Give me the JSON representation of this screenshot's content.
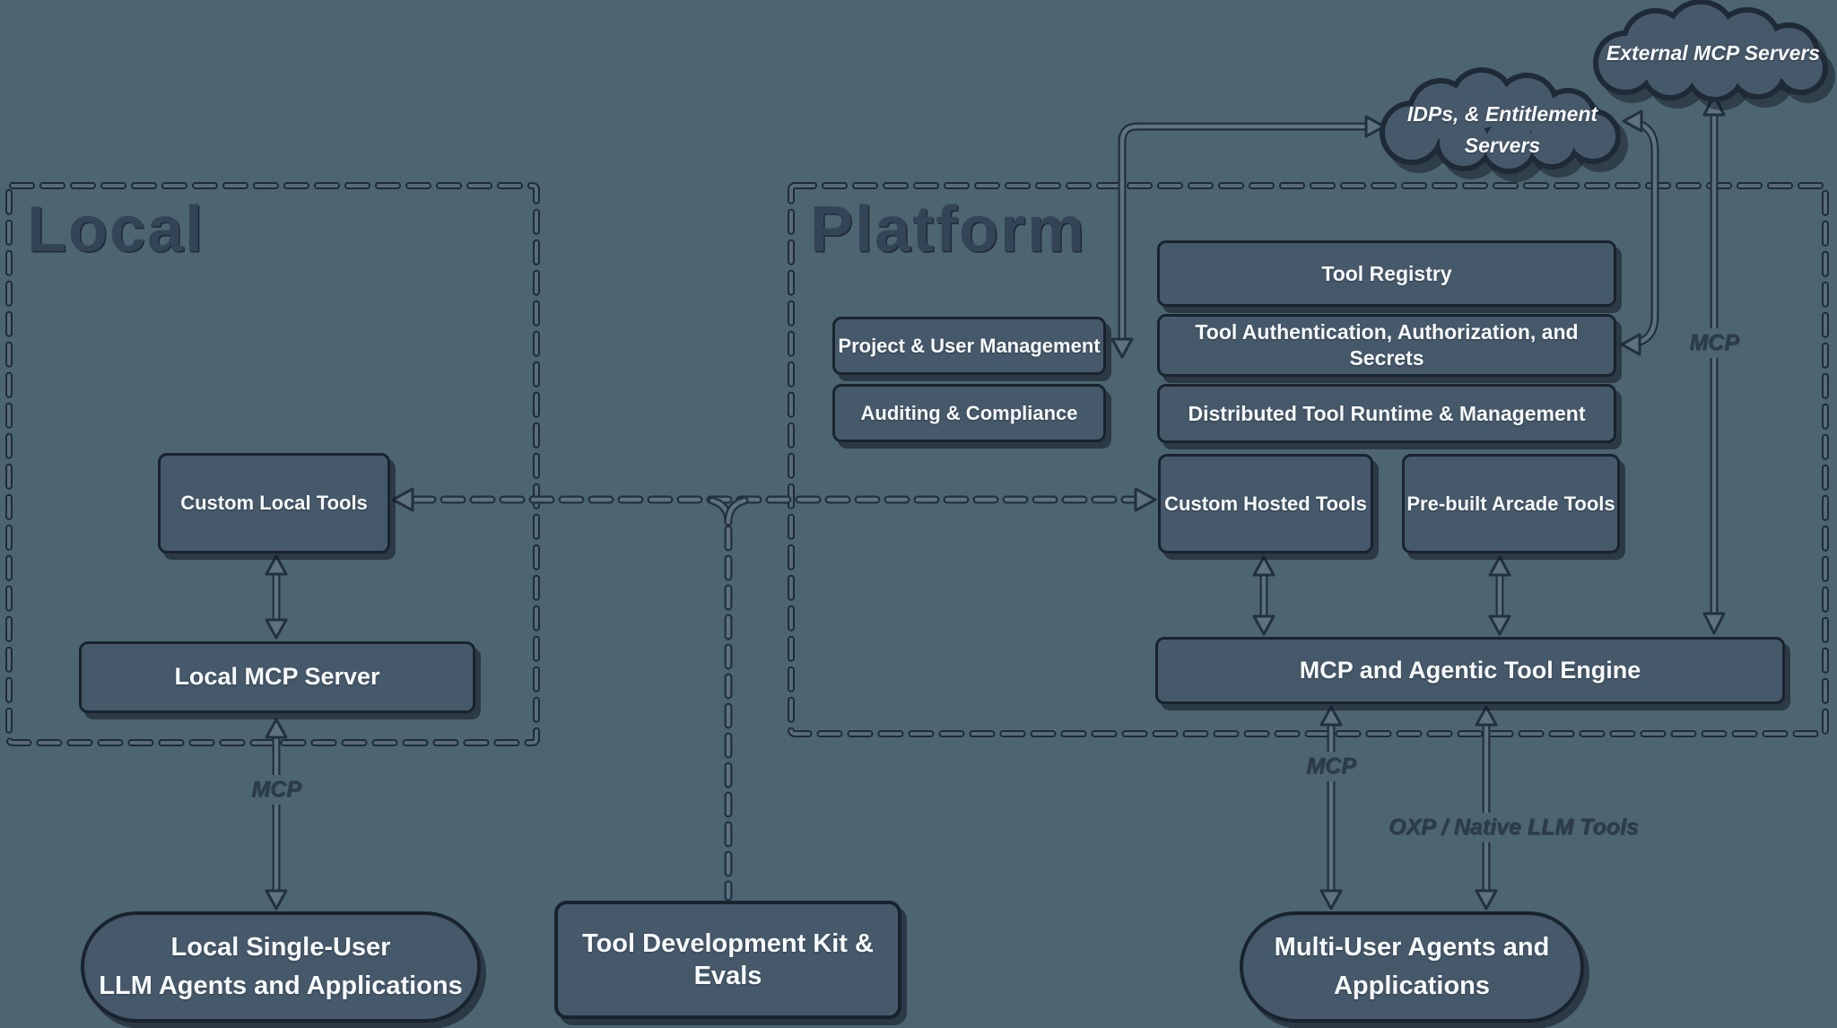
{
  "colors": {
    "bg": "#4d6571",
    "node_fill": "#46596a",
    "node_border": "#19232e",
    "node_text": "#f7f9fa",
    "title": "#334456",
    "edge_dark": "#223040",
    "edge_lite": "#5d7181",
    "label_dark": "#2c3b4a"
  },
  "local_group": {
    "title": "Local"
  },
  "platform_group": {
    "title": "Platform"
  },
  "clouds": {
    "external_mcp": {
      "line1": "External MCP Servers"
    },
    "idps": {
      "line1": "IDPs, & Entitlement",
      "line2": "Servers"
    }
  },
  "platform_boxes": {
    "tool_registry": "Tool Registry",
    "tool_auth": "Tool Authentication, Authorization, and Secrets",
    "distributed_runtime": "Distributed Tool Runtime & Management",
    "project_user_mgmt": "Project & User Management",
    "auditing_compliance": "Auditing & Compliance",
    "custom_hosted": "Custom Hosted Tools",
    "prebuilt_arcade": "Pre-built Arcade Tools",
    "engine": "MCP and Agentic Tool Engine"
  },
  "local_boxes": {
    "custom_local": "Custom Local Tools",
    "local_mcp_server": "Local MCP Server"
  },
  "bottom_nodes": {
    "local_agents": {
      "line1": "Local Single-User",
      "line2": "LLM Agents and Applications"
    },
    "tdk": {
      "label": "Tool Development Kit & Evals"
    },
    "multi_user": {
      "line1": "Multi-User Agents and",
      "line2": "Applications"
    }
  },
  "edge_labels": {
    "local_mcp": "MCP",
    "engine_mcp": "MCP",
    "external_mcp": "MCP",
    "oxp": "OXP / Native LLM Tools"
  }
}
